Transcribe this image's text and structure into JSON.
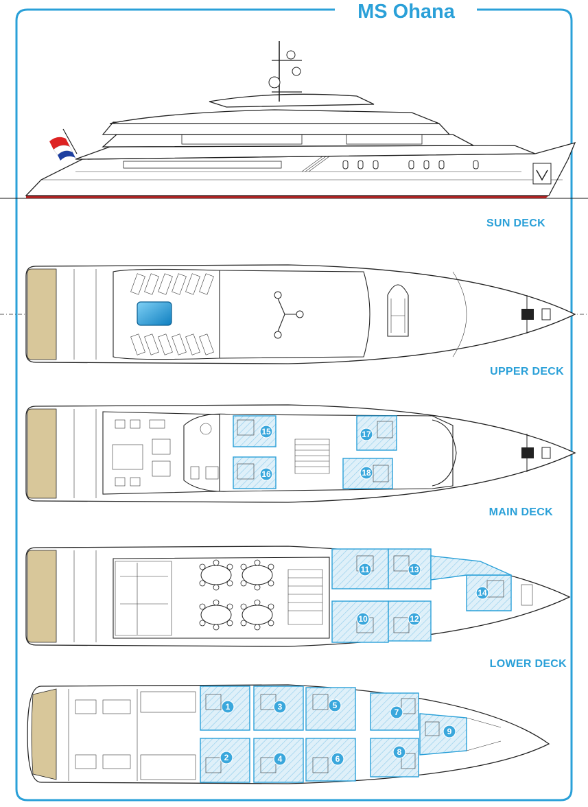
{
  "title": "MS Ohana",
  "decks": [
    {
      "label": "SUN DECK"
    },
    {
      "label": "UPPER DECK"
    },
    {
      "label": "MAIN DECK"
    },
    {
      "label": "LOWER DECK"
    }
  ],
  "cabins": {
    "upper": [
      "15",
      "16",
      "17",
      "18"
    ],
    "main": [
      "11",
      "13",
      "14",
      "10",
      "12"
    ],
    "lower": [
      "1",
      "3",
      "5",
      "7",
      "9",
      "2",
      "4",
      "6",
      "8"
    ]
  },
  "colors": {
    "accent": "#2aa0d8",
    "cabin_fill": "#d9eef8",
    "cabin_badge": "#3aa7dc",
    "pool": "#1e9ad6",
    "teak": "#d8c79a",
    "waterline": "#b22222"
  }
}
